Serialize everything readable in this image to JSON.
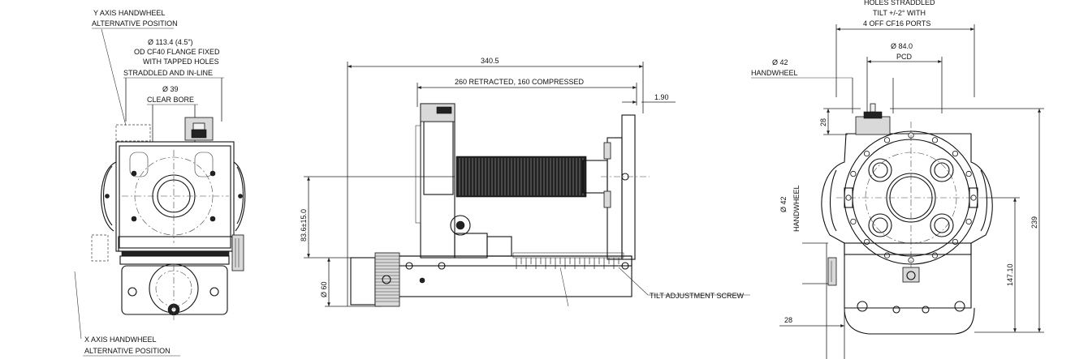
{
  "front_view": {
    "y_handwheel_label_1": "Y AXIS HANDWHEEL",
    "y_handwheel_label_2": "ALTERNATIVE POSITION",
    "flange_label_1": "Ø 113.4 (4.5\")",
    "flange_label_2": "OD CF40 FLANGE FIXED",
    "flange_label_3": "WITH TAPPED HOLES",
    "flange_label_4": "STRADDLED AND IN-LINE",
    "bore_label_1": "Ø 39",
    "bore_label_2": "CLEAR BORE",
    "x_handwheel_label_1": "X AXIS HANDWHEEL",
    "x_handwheel_label_2": "ALTERNATIVE POSITION"
  },
  "side_view": {
    "overall_length": "340.5",
    "bellows_length": "260 RETRACTED, 160 COMPRESSED",
    "gap": "1.90",
    "height": "83.6±15.0",
    "diameter": "Ø 60",
    "tilt_screw": "TILT ADJUSTMENT SCREW"
  },
  "end_view": {
    "ports_label_1": "HOLES STRADDLED",
    "ports_label_2": "TILT +/-2° WITH",
    "ports_label_3": "4 OFF CF16 PORTS",
    "pcd_label_1": "Ø 84.0",
    "pcd_label_2": "PCD",
    "handwheel_top_1": "Ø 42",
    "handwheel_top_2": "HANDWHEEL",
    "dim_28_top": "28",
    "handwheel_side_1": "Ø 42",
    "handwheel_side_2": "HANDWHEEL",
    "dim_147": "147.10",
    "dim_239": "239",
    "dim_28_bottom": "28"
  }
}
